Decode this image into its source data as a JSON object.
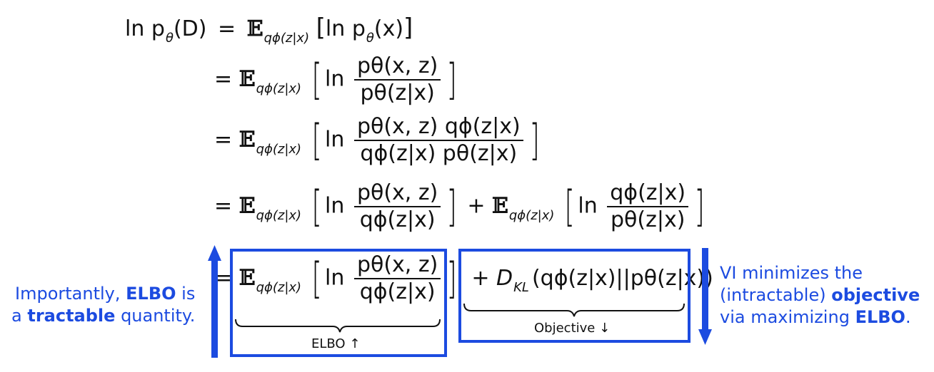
{
  "equation": {
    "lhs": "ln p",
    "lhs_sub": "θ",
    "lhs_arg": "(D)",
    "eq": "=",
    "E": "𝔼",
    "E_sub": "qϕ(z|x)",
    "ln": "ln",
    "line1_body": "p",
    "line1_sub": "θ",
    "line1_arg": "(x)",
    "num_joint": "pθ(x, z)",
    "den_post": "pθ(z|x)",
    "num_joint_q": "pθ(x, z) qϕ(z|x)",
    "den_q_post": "qϕ(z|x) pθ(z|x)",
    "den_q": "qϕ(z|x)",
    "num_q": "qϕ(z|x)",
    "plus": "+",
    "kl": "D",
    "kl_sub": "KL",
    "kl_arg": "(qϕ(z|x)||pθ(z|x))"
  },
  "labels": {
    "elbo": "ELBO ↑",
    "objective": "Objective ↓"
  },
  "left_note": {
    "line1_pre": "Importantly, ",
    "line1_bold": "ELBO",
    "line1_post": " is",
    "line2_pre": "a ",
    "line2_bold": "tractable",
    "line2_post": " quantity."
  },
  "right_note": {
    "line1": "VI minimizes the",
    "line2_pre": "(intractable) ",
    "line2_bold": "objective",
    "line3_pre": "via maximizing ",
    "line3_bold": "ELBO",
    "line3_post": "."
  },
  "colors": {
    "accent": "#1c4be0",
    "ink": "#111111"
  }
}
